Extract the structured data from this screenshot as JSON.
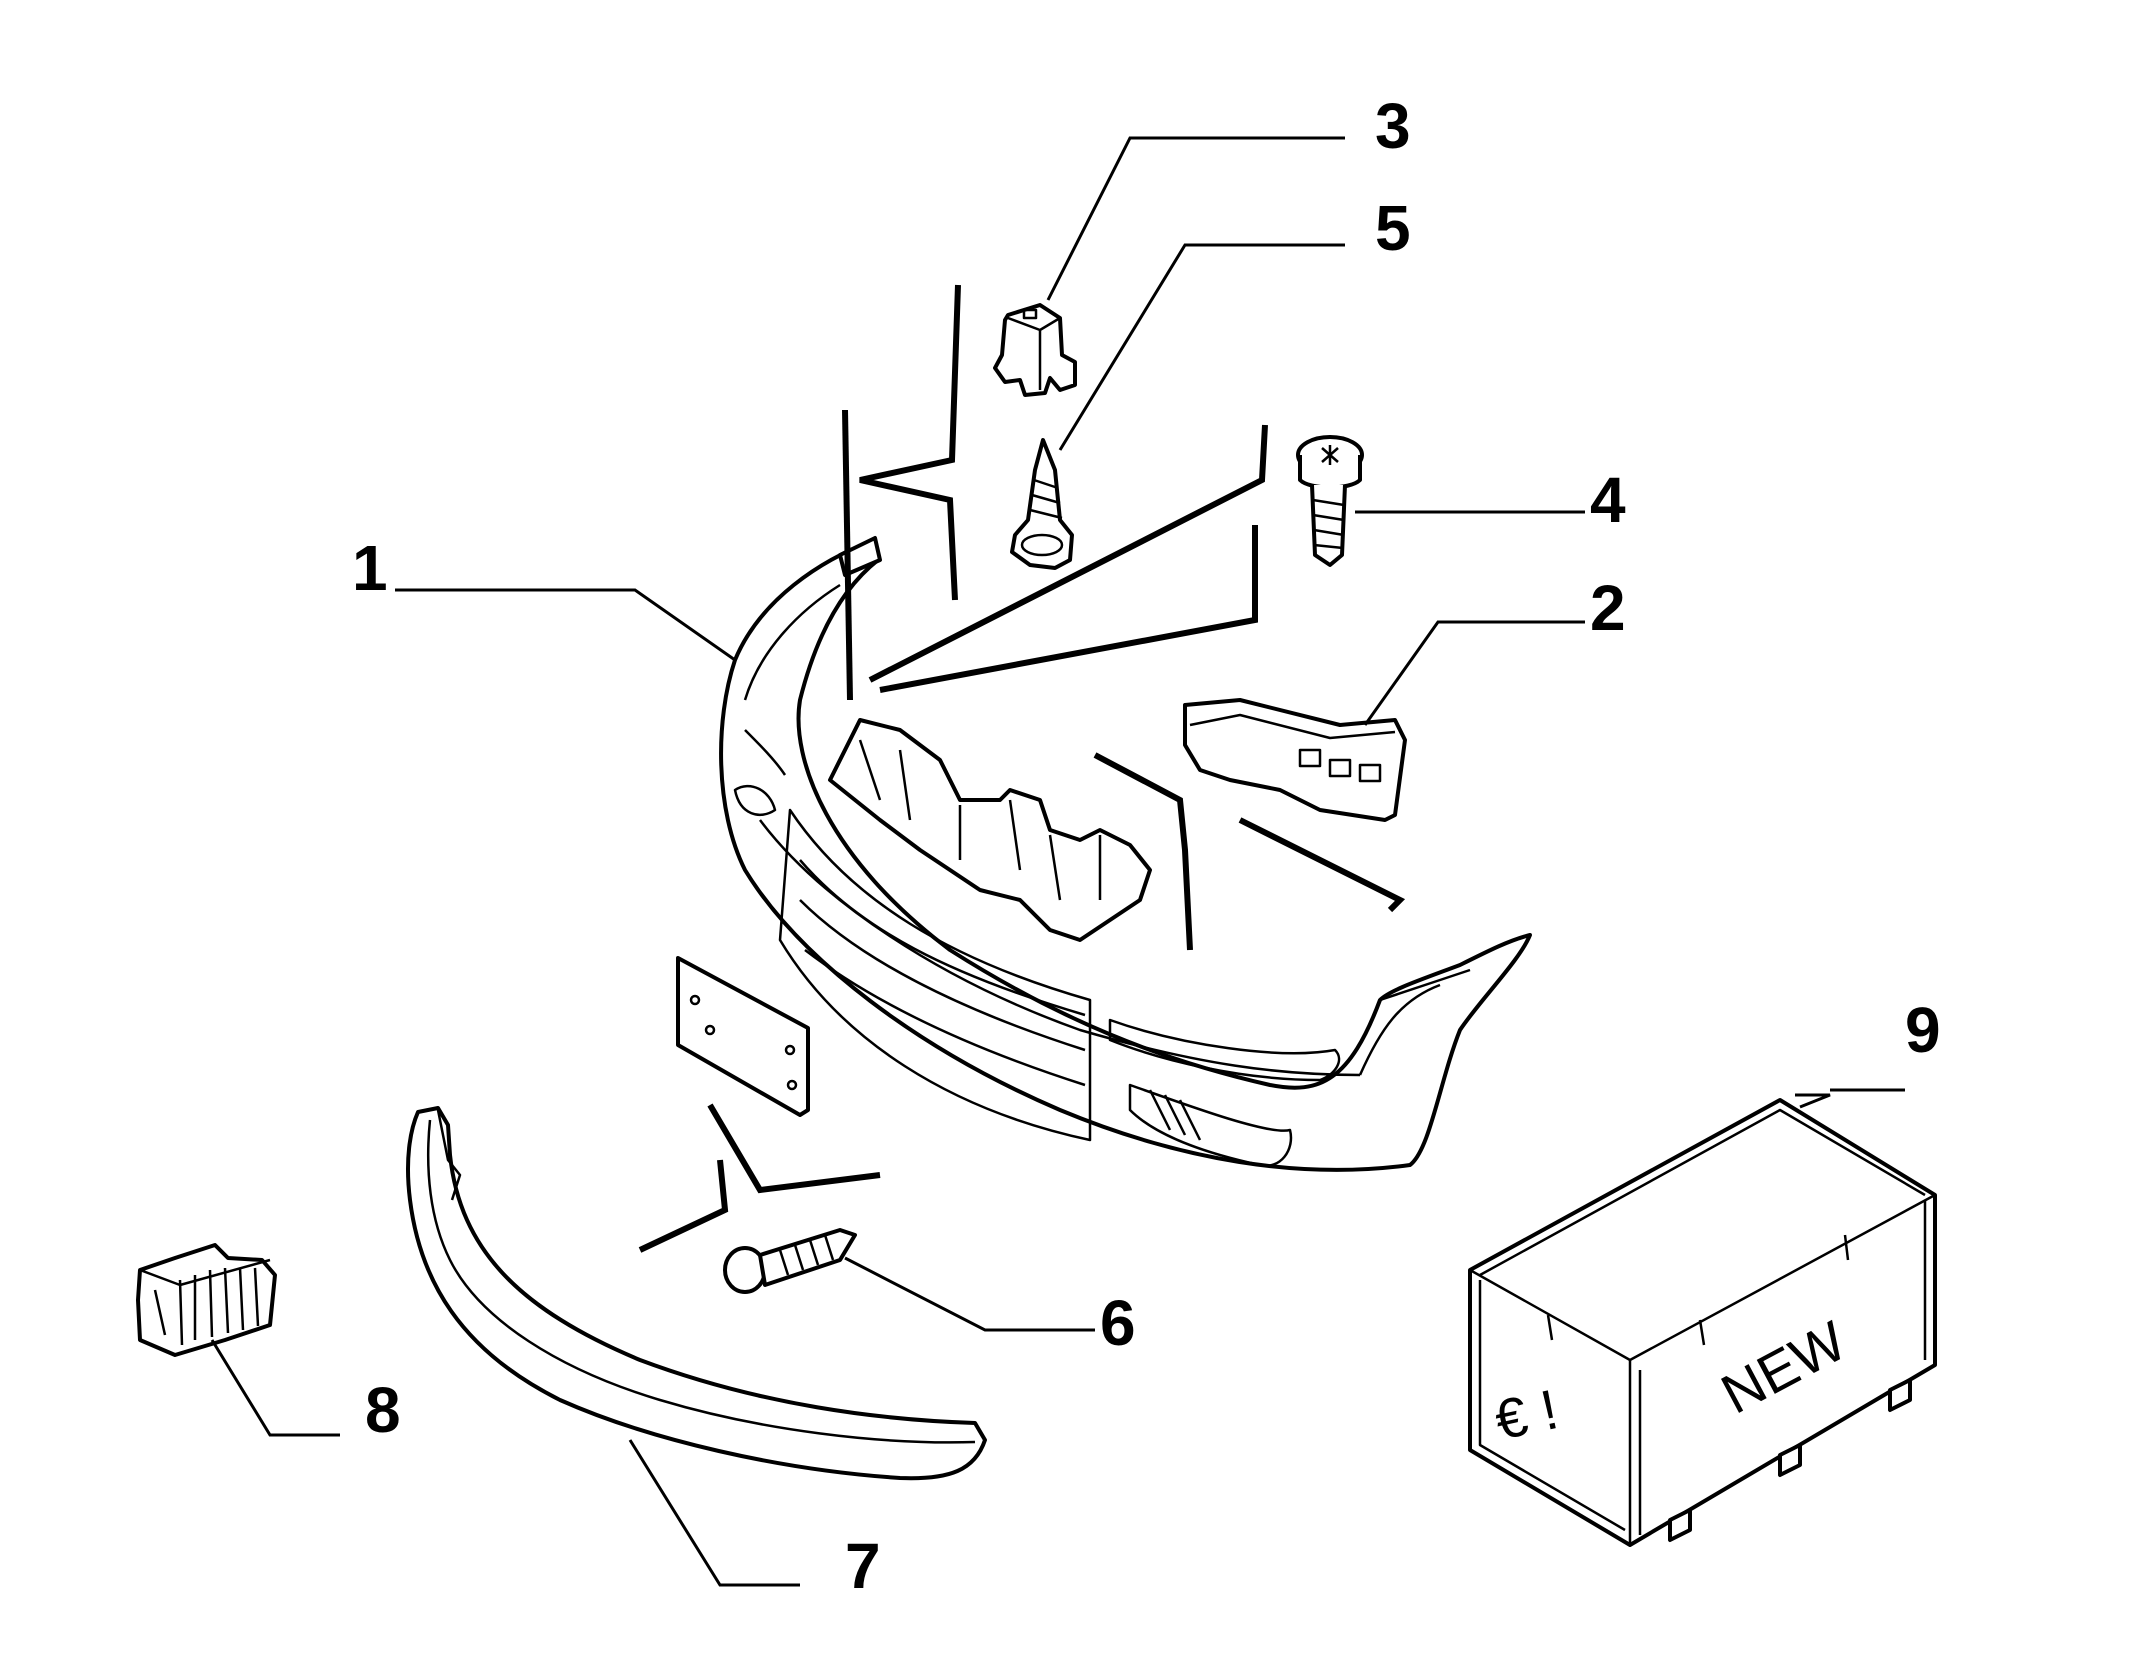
{
  "callouts": {
    "c1": "1",
    "c2": "2",
    "c3": "3",
    "c4": "4",
    "c5": "5",
    "c6": "6",
    "c7": "7",
    "c8": "8",
    "c9": "9"
  },
  "crate": {
    "side_text": "€ !",
    "top_text": "NEW"
  },
  "icons": [
    "bumper",
    "bracket",
    "clip",
    "screw",
    "license-plate",
    "trim-strip",
    "clip-spring",
    "crate"
  ]
}
